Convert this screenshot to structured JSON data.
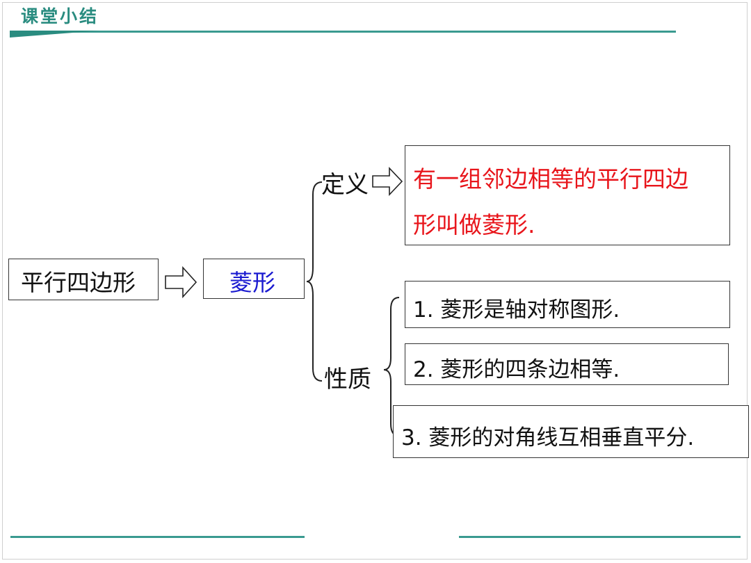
{
  "header": {
    "title": "课堂小结"
  },
  "map": {
    "root": "平行四边形",
    "topic": "菱形",
    "definition": {
      "label": "定义",
      "text_line1": "有一组邻边相等的平行四边",
      "text_line2": "形叫做菱形."
    },
    "properties": {
      "label": "性质",
      "items": [
        "1. 菱形是轴对称图形.",
        "2. 菱形的四条边相等.",
        "3. 菱形的对角线互相垂直平分."
      ]
    }
  },
  "colors": {
    "accent": "#2a8c80",
    "definition_text": "#e8151b",
    "topic_text": "#1a1ad0"
  }
}
